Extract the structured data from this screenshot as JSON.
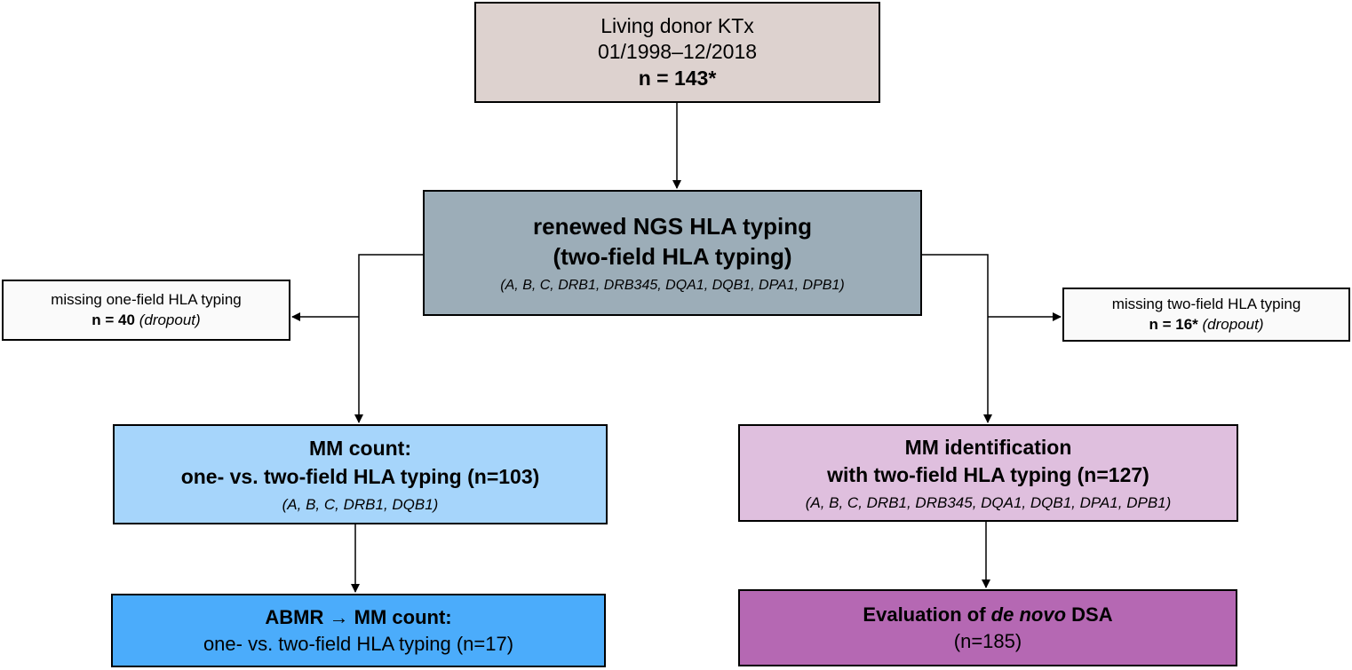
{
  "nodes": {
    "top": {
      "line1": "Living donor KTx",
      "line2": "01/1998–12/2018",
      "count": "n = 143*"
    },
    "ngs": {
      "title1": "renewed NGS HLA typing",
      "title2": "(two-field HLA typing)",
      "loci": "(A, B, C, DRB1, DRB345, DQA1, DQB1, DPA1, DPB1)"
    },
    "dropout_left": {
      "label": "missing one-field HLA typing",
      "count": "n = 40",
      "note": "(dropout)"
    },
    "dropout_right": {
      "label": "missing two-field HLA typing",
      "count": "n = 16*",
      "note": "(dropout)"
    },
    "mm_count": {
      "title1": "MM count:",
      "title2": "one- vs. two-field HLA typing (n=103)",
      "loci": "(A, B, C, DRB1, DQB1)"
    },
    "mm_identification": {
      "title1": "MM identification",
      "title2": "with two-field HLA typing (n=127)",
      "loci": "(A, B, C, DRB1, DRB345, DQA1, DQB1, DPA1, DPB1)"
    },
    "abmr": {
      "title_pre": "ABMR",
      "arrow": "→",
      "title_post": "MM count:",
      "line2": "one- vs. two-field HLA typing (n=17)"
    },
    "evaluation": {
      "pre": "Evaluation of ",
      "emph": "de novo",
      "post": " DSA",
      "count": "(n=185)"
    }
  },
  "colors": {
    "top": "#ddd2cf",
    "ngs": "#9cadb8",
    "dropout": "#fafafa",
    "mm_count": "#a6d5fb",
    "mm_identification": "#dfbfde",
    "abmr": "#4bacfb",
    "evaluation": "#b568b3"
  }
}
